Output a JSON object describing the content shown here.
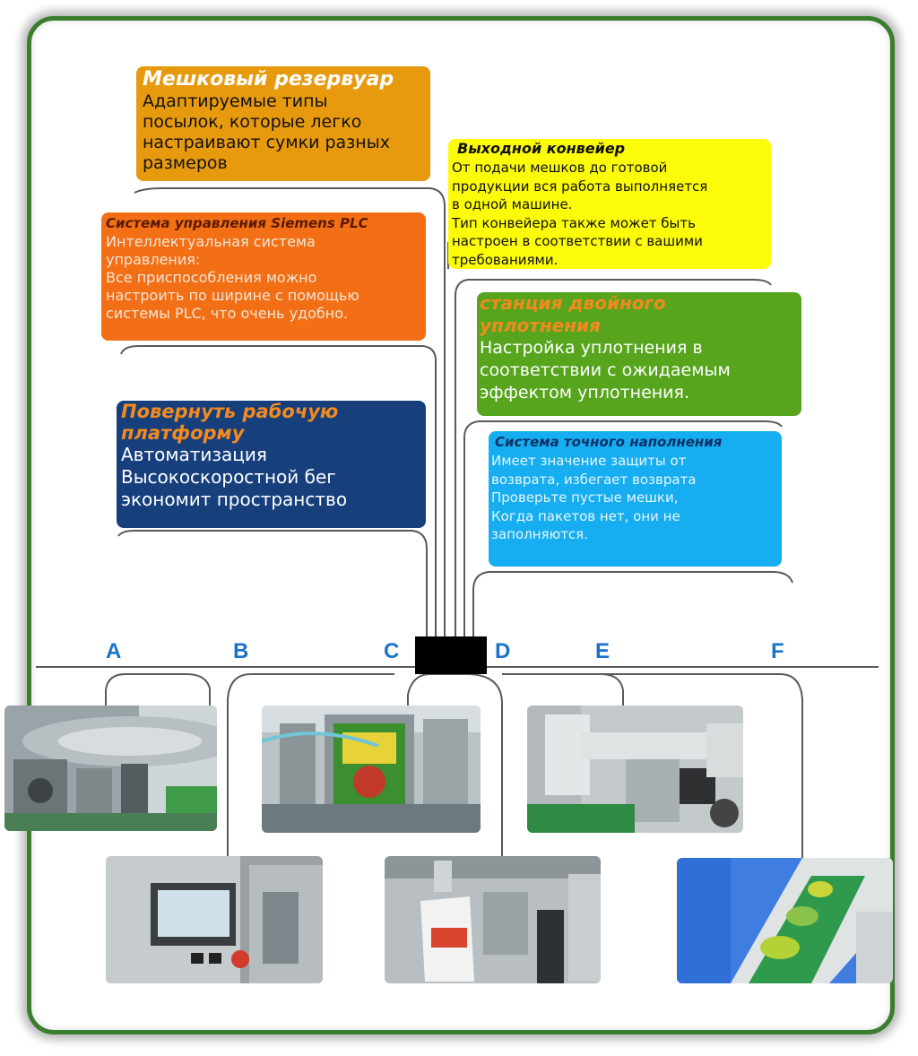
{
  "boxes": {
    "bag_reservoir": {
      "title": "Мешковый резервуар",
      "text": "Адаптируемые типы\nпосылок, которые легко\nнастраивают сумки разных\nразмеров",
      "bg": "#e89a0e",
      "title_color": "#ffffff",
      "text_color": "#111111"
    },
    "siemens_plc": {
      "title": "Система управления Siemens PLC",
      "text": "Интеллектуальная система\nуправления:\nВсе приспособления можно\nнастроить по ширине с помощью\nсистемы PLC, что очень удобно.",
      "bg": "#f26f15",
      "title_color": "#5a1a00",
      "text_color": "#f3e6d8"
    },
    "rotary_platform": {
      "title": "Повернуть рабочую\nплатформу",
      "text": "Автоматизация\nВысокоскоростной бег\nэкономит пространство",
      "bg": "#163f7c",
      "title_color": "#f28a1f",
      "text_color": "#ffffff"
    },
    "output_conveyor": {
      "title": "Выходной конвейер",
      "text": "От подачи мешков до готовой\nпродукции вся работа выполняется\nв одной машине.\nТип конвейера также может быть\nнастроен в соответствии с вашими\nтребованиями.",
      "bg": "#fcfb0a",
      "title_color": "#111111",
      "text_color": "#111111"
    },
    "double_sealing": {
      "title": "станция двойного\nуплотнения",
      "text": "Настройка уплотнения в\nсоответствии с ожидаемым\nэффектом уплотнения.",
      "bg": "#56a51d",
      "title_color": "#f28a1f",
      "text_color": "#ffffff"
    },
    "precise_filling": {
      "title": "Система точного наполнения",
      "text": "Имеет значение защиты от\nвозврата, избегает возврата\nПроверьте пустые мешки,\nКогда пакетов нет, они не\nзаполняются.",
      "bg": "#16aef0",
      "title_color": "#0d2f66",
      "text_color": "#e5f5fc"
    }
  },
  "letters": [
    "A",
    "B",
    "C",
    "D",
    "E",
    "F"
  ],
  "colors": {
    "frame_border": "#3a7d2c",
    "letter": "#1a73c9",
    "wire": "#555555"
  },
  "photos": [
    {
      "name": "rotary-platform-photo",
      "icon": "machine-photo"
    },
    {
      "name": "plc-panel-photo",
      "icon": "touchscreen-photo"
    },
    {
      "name": "bag-reservoir-photo",
      "icon": "bags-photo"
    },
    {
      "name": "filling-station-photo",
      "icon": "pouch-photo"
    },
    {
      "name": "sealing-station-photo",
      "icon": "sealer-photo"
    },
    {
      "name": "output-conveyor-photo",
      "icon": "conveyor-photo"
    }
  ]
}
